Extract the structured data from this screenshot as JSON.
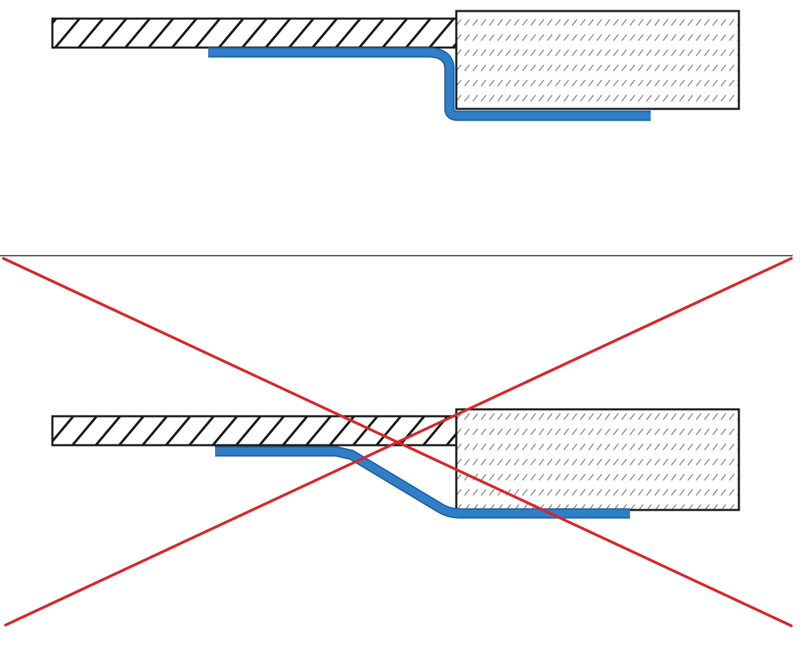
{
  "diagram": {
    "panels": [
      {
        "id": "correct",
        "shape": "stepped-joggle"
      },
      {
        "id": "incorrect",
        "shape": "sloped-joggle",
        "crossed_out": true
      }
    ],
    "colors": {
      "outline": "#1a1a1a",
      "bar_hatch": "#1a1a1a",
      "block_hatch": "#8a8a8a",
      "strip": "#2f7fc6",
      "strip_edge": "#1f5f9f",
      "cross": "#d9262a",
      "divider": "#555555"
    }
  }
}
